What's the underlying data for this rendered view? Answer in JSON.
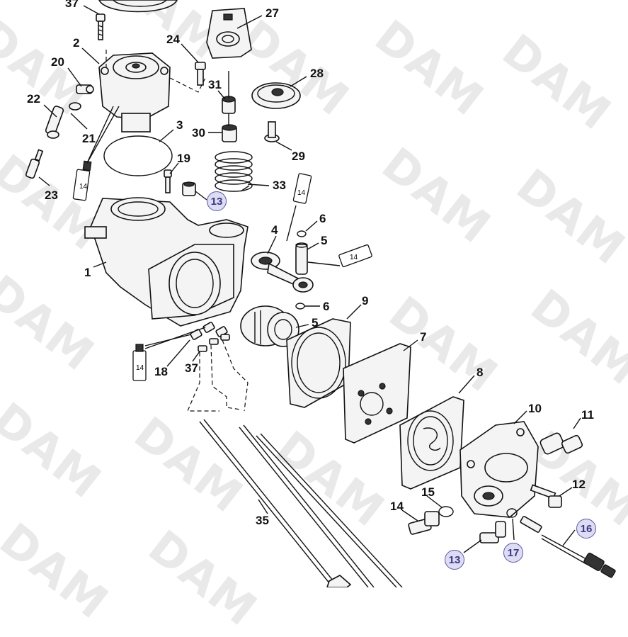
{
  "watermark": {
    "text": "DAM"
  },
  "callouts": [
    {
      "id": "c37a",
      "label": "37"
    },
    {
      "id": "c27",
      "label": "27"
    },
    {
      "id": "c2",
      "label": "2"
    },
    {
      "id": "c24",
      "label": "24"
    },
    {
      "id": "c20",
      "label": "20"
    },
    {
      "id": "c28",
      "label": "28"
    },
    {
      "id": "c31",
      "label": "31"
    },
    {
      "id": "c22",
      "label": "22"
    },
    {
      "id": "c3",
      "label": "3"
    },
    {
      "id": "c30",
      "label": "30"
    },
    {
      "id": "c21",
      "label": "21"
    },
    {
      "id": "c29",
      "label": "29"
    },
    {
      "id": "c19",
      "label": "19"
    },
    {
      "id": "c33",
      "label": "33"
    },
    {
      "id": "c23",
      "label": "23"
    },
    {
      "id": "c13a",
      "label": "13"
    },
    {
      "id": "c6a",
      "label": "6"
    },
    {
      "id": "c4",
      "label": "4"
    },
    {
      "id": "c5a",
      "label": "5"
    },
    {
      "id": "c1",
      "label": "1"
    },
    {
      "id": "c6b",
      "label": "6"
    },
    {
      "id": "c9",
      "label": "9"
    },
    {
      "id": "c5b",
      "label": "5"
    },
    {
      "id": "c7",
      "label": "7"
    },
    {
      "id": "c18",
      "label": "18"
    },
    {
      "id": "c37b",
      "label": "37"
    },
    {
      "id": "c8",
      "label": "8"
    },
    {
      "id": "c10",
      "label": "10"
    },
    {
      "id": "c11",
      "label": "11"
    },
    {
      "id": "c12",
      "label": "12"
    },
    {
      "id": "c35",
      "label": "35"
    },
    {
      "id": "c15",
      "label": "15"
    },
    {
      "id": "c14",
      "label": "14"
    },
    {
      "id": "c16",
      "label": "16"
    },
    {
      "id": "c13b",
      "label": "13"
    },
    {
      "id": "c17",
      "label": "17"
    }
  ],
  "tube_labels": {
    "label": "14"
  }
}
